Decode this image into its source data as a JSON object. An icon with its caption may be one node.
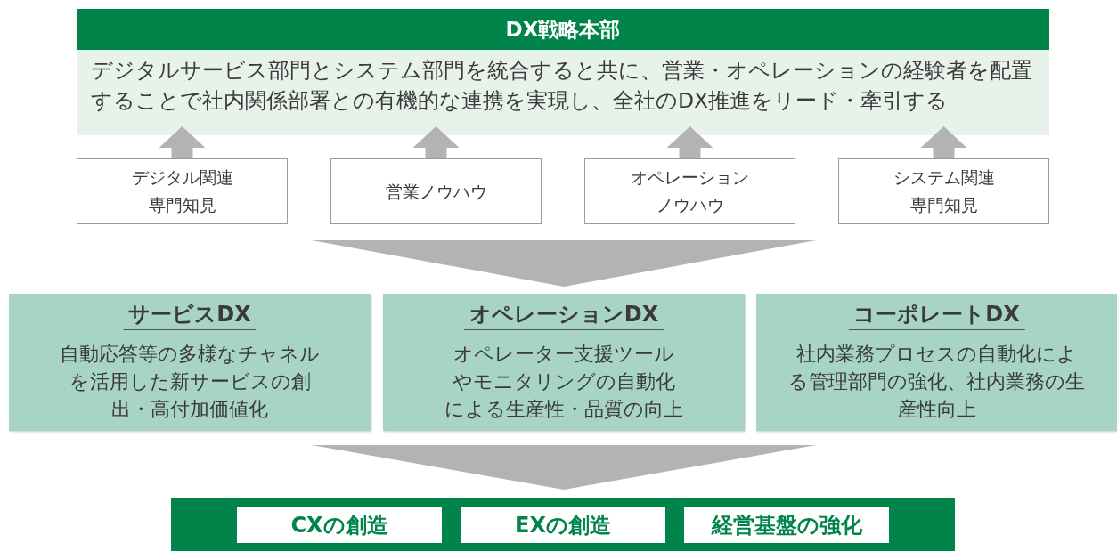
{
  "diagram": {
    "nodes": [
      {
        "text": [
          "DX戦略本部",
          "デジタルサービス部門とシステム部門を統合すると共に、営業・オペレーションの経験者を配置することで社内関係部署との有機的な連携を実現し、全社のDX推進をリード・牽引する"
        ]
      },
      {
        "text": [
          "デジタル関連専門知見"
        ]
      },
      {
        "text": [
          "営業ノウハウ"
        ]
      },
      {
        "text": [
          "オペレーションノウハウ"
        ]
      },
      {
        "text": [
          "システム関連専門知見"
        ]
      },
      {
        "text": [
          "サービスDX",
          "自動応答等の多様なチャネルを活用した新サービスの創出・高付加価値化"
        ]
      },
      {
        "text": [
          "オペレーションDX",
          "オペレーター支援ツールやモニタリングの自動化による生産性・品質の向上"
        ]
      },
      {
        "text": [
          "コーポレートDX",
          "社内業務プロセスの自動化による管理部門の強化、社内業務の生産性向上"
        ]
      },
      {
        "text": [],
        "shape": "box"
      },
      {
        "text": [
          "CXの創造"
        ],
        "in": 8
      },
      {
        "text": [
          "EXの創造"
        ],
        "in": 8
      },
      {
        "text": [
          "経営基盤の強化"
        ],
        "in": 8
      }
    ],
    "edges": [
      {
        "from": 1,
        "to": 0,
        "arrow": "to"
      },
      {
        "from": 2,
        "to": 0,
        "arrow": "to"
      },
      {
        "from": 3,
        "to": 0,
        "arrow": "to"
      },
      {
        "from": 4,
        "to": 0,
        "arrow": "to"
      }
    ]
  }
}
